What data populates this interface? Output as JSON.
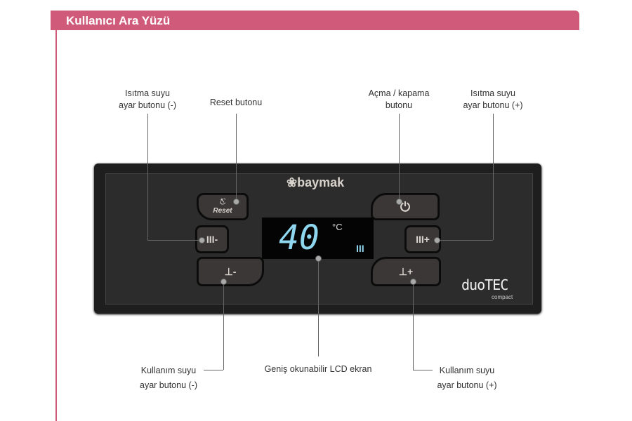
{
  "header": {
    "title": "Kullanıcı Ara Yüzü"
  },
  "labels": {
    "heat_minus": [
      "Isıtma suyu",
      "ayar butonu (-)"
    ],
    "reset": "Reset butonu",
    "power": [
      "Açma / kapama",
      "butonu"
    ],
    "heat_plus": [
      "Isıtma suyu",
      "ayar butonu (+)"
    ],
    "tap_minus": [
      "Kullanım suyu",
      "ayar butonu (-)"
    ],
    "lcd": "Geniş okunabilir LCD ekran",
    "tap_plus": [
      "Kullanım suyu",
      "ayar butonu (+)"
    ]
  },
  "panel": {
    "brand": "baymak",
    "model": "duoTEC",
    "model_sub": "compact",
    "reset_label": "Reset",
    "temperature": "40",
    "unit": "°C",
    "heat_minus": "III-",
    "heat_plus": "III+",
    "tap_minus": "⊥-",
    "tap_plus": "⊥+",
    "bars": "III"
  },
  "colors": {
    "accent": "#cf5a7a",
    "lcd": "#8fd6ef",
    "model_accent": "#3cc8c0"
  }
}
